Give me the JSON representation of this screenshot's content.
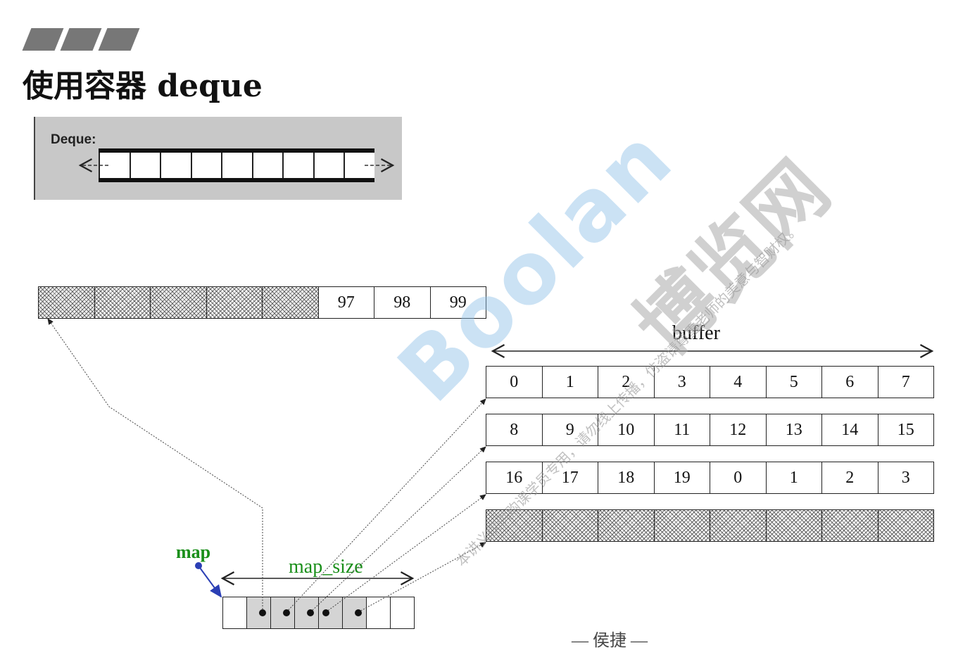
{
  "title": "使用容器 deque",
  "deque_box": {
    "label": "Deque:"
  },
  "top_buffer": {
    "values": [
      "97",
      "98",
      "99"
    ]
  },
  "buffer": {
    "label": "buffer",
    "rows": [
      [
        "0",
        "1",
        "2",
        "3",
        "4",
        "5",
        "6",
        "7"
      ],
      [
        "8",
        "9",
        "10",
        "11",
        "12",
        "13",
        "14",
        "15"
      ],
      [
        "16",
        "17",
        "18",
        "19",
        "0",
        "1",
        "2",
        "3"
      ]
    ]
  },
  "map": {
    "label": "map",
    "size_label": "map_size"
  },
  "footer": "— 侯捷 —",
  "watermark": {
    "brand": "Boolan",
    "site": "博览网",
    "note": "本讲义仅供购课学员专用，请勿线上传播，仿盗请尊重老师的美意与智财权。"
  },
  "colors": {
    "map_green": "#1a8f1a",
    "map_pointer": "#2b3fb5",
    "watermark_blue": "#8cbee6"
  }
}
